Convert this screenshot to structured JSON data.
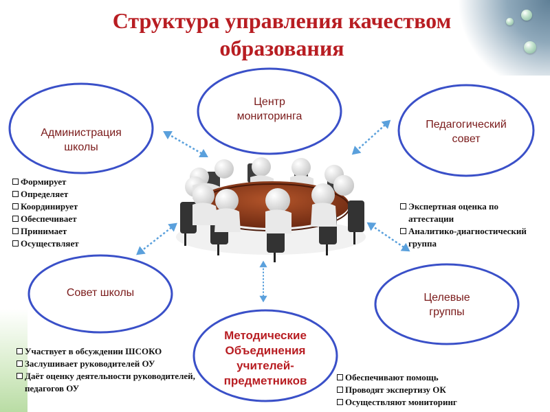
{
  "title": {
    "line1": "Структура управления качеством",
    "line2": "образования"
  },
  "nodes": {
    "admin": {
      "line1": "Администрация",
      "line2": "школы"
    },
    "monitoring": {
      "line1": "Центр",
      "line2": "мониторинга"
    },
    "pedsovet": {
      "line1": "Педагогический",
      "line2": "совет"
    },
    "school_council": {
      "line1": "Совет школы"
    },
    "target_groups": {
      "line1": "Целевые",
      "line2": "группы"
    },
    "method": {
      "line1": "Методические",
      "line2": "Объединения",
      "line3": "учителей-",
      "line4": "предметников"
    }
  },
  "lists": {
    "admin": [
      "Формирует",
      "Определяет",
      "Координирует",
      "Обеспечивает",
      "Принимает",
      "Осуществляет"
    ],
    "pedsovet": [
      "Экспертная оценка по аттестации",
      "Аналитико-диагностический группа"
    ],
    "school_council": [
      "Участвует в обсуждении ШСОКО",
      "Заслушивает руководителей ОУ",
      "Даёт оценку деятельности руководителей, педагогов ОУ"
    ],
    "target_groups": [
      "Обеспечивают помощь",
      "Проводят экспертизу ОК",
      "Осуществляют мониторинг"
    ]
  },
  "colors": {
    "ellipse": "#3a50c8",
    "arrow": "#5aa0dc",
    "title": "#b81d22",
    "table": "#8a3a20"
  }
}
